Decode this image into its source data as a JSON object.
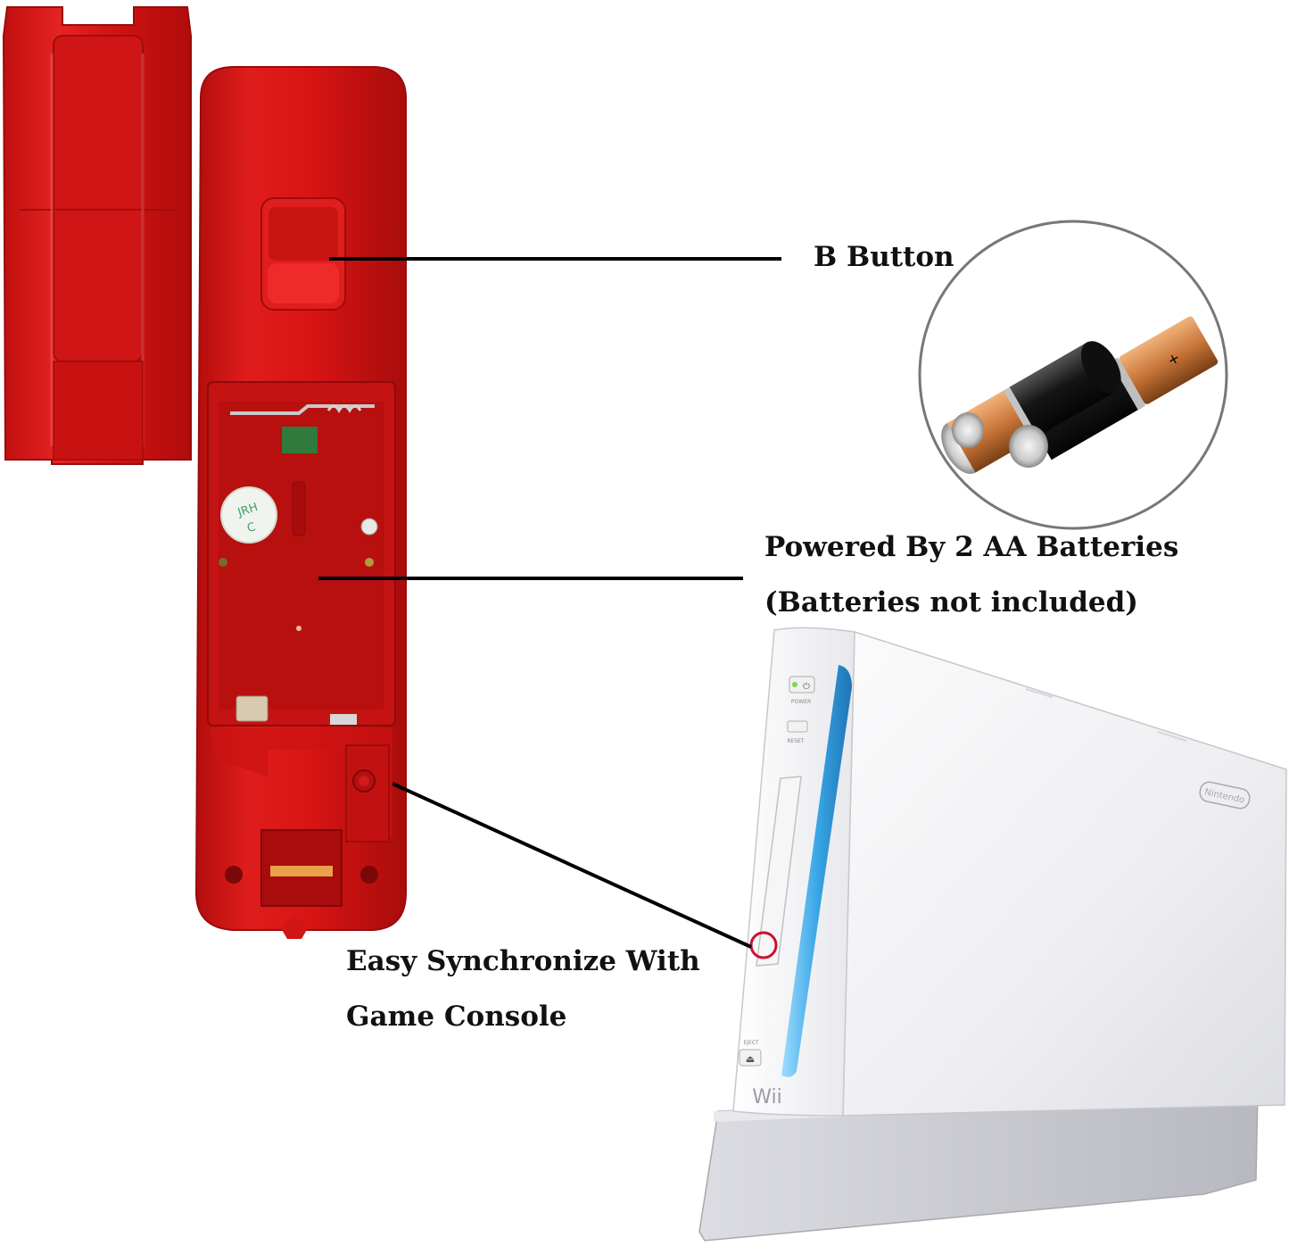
{
  "callouts": {
    "b_button": "B Button",
    "batteries_line1": "Powered By 2 AA Batteries",
    "batteries_line2": "(Batteries not included)",
    "sync_line1": "Easy Synchronize With",
    "sync_line2": "Game Console"
  },
  "product_markings": {
    "label_sticker_line1": "JRH",
    "label_sticker_line2": "C",
    "console_power": "POWER",
    "console_reset": "RESET",
    "console_eject": "EJECT",
    "console_wii_logo": "Wii",
    "console_brand_logo": "Nintendo"
  },
  "colors": {
    "remote_red": "#d81414",
    "remote_dark_red": "#a80c0c",
    "console_white": "#f4f4f6",
    "console_blue_light": "#39a7e6",
    "sync_ring": "#cc1030",
    "battery_copper": "#c9763a",
    "battery_black": "#151515",
    "leader_line": "#000000",
    "callout_text": "#111111"
  }
}
